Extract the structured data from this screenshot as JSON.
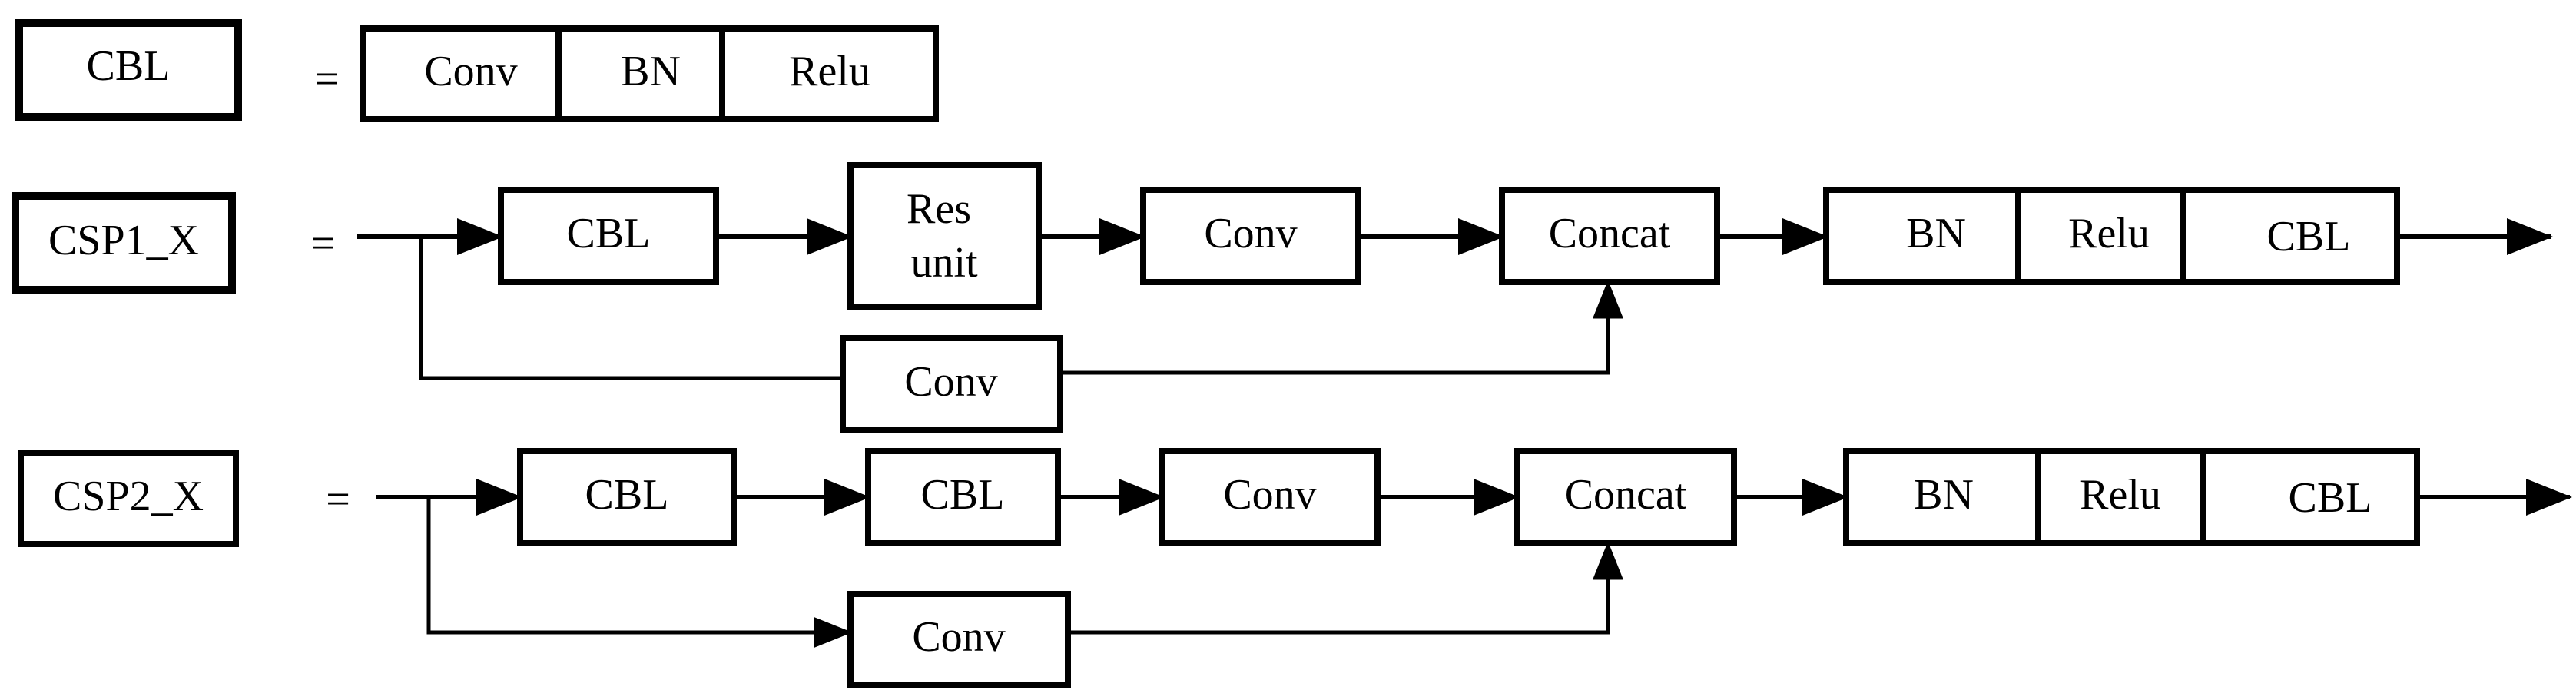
{
  "colors": {
    "stroke": "#000000",
    "background": "#ffffff"
  },
  "rows": [
    {
      "id": "cbl",
      "label": "CBL",
      "equals": "=",
      "parts": [
        "Conv",
        "BN",
        "Relu"
      ]
    },
    {
      "id": "csp1",
      "label": "CSP1_X",
      "equals": "=",
      "main_path": [
        "CBL",
        "Res\nunit",
        "Conv",
        "Concat"
      ],
      "tail": [
        "BN",
        "Relu",
        "CBL"
      ],
      "branch": "Conv"
    },
    {
      "id": "csp2",
      "label": "CSP2_X",
      "equals": "=",
      "main_path": [
        "CBL",
        "CBL",
        "Conv",
        "Concat"
      ],
      "tail": [
        "BN",
        "Relu",
        "CBL"
      ],
      "branch": "Conv"
    }
  ]
}
